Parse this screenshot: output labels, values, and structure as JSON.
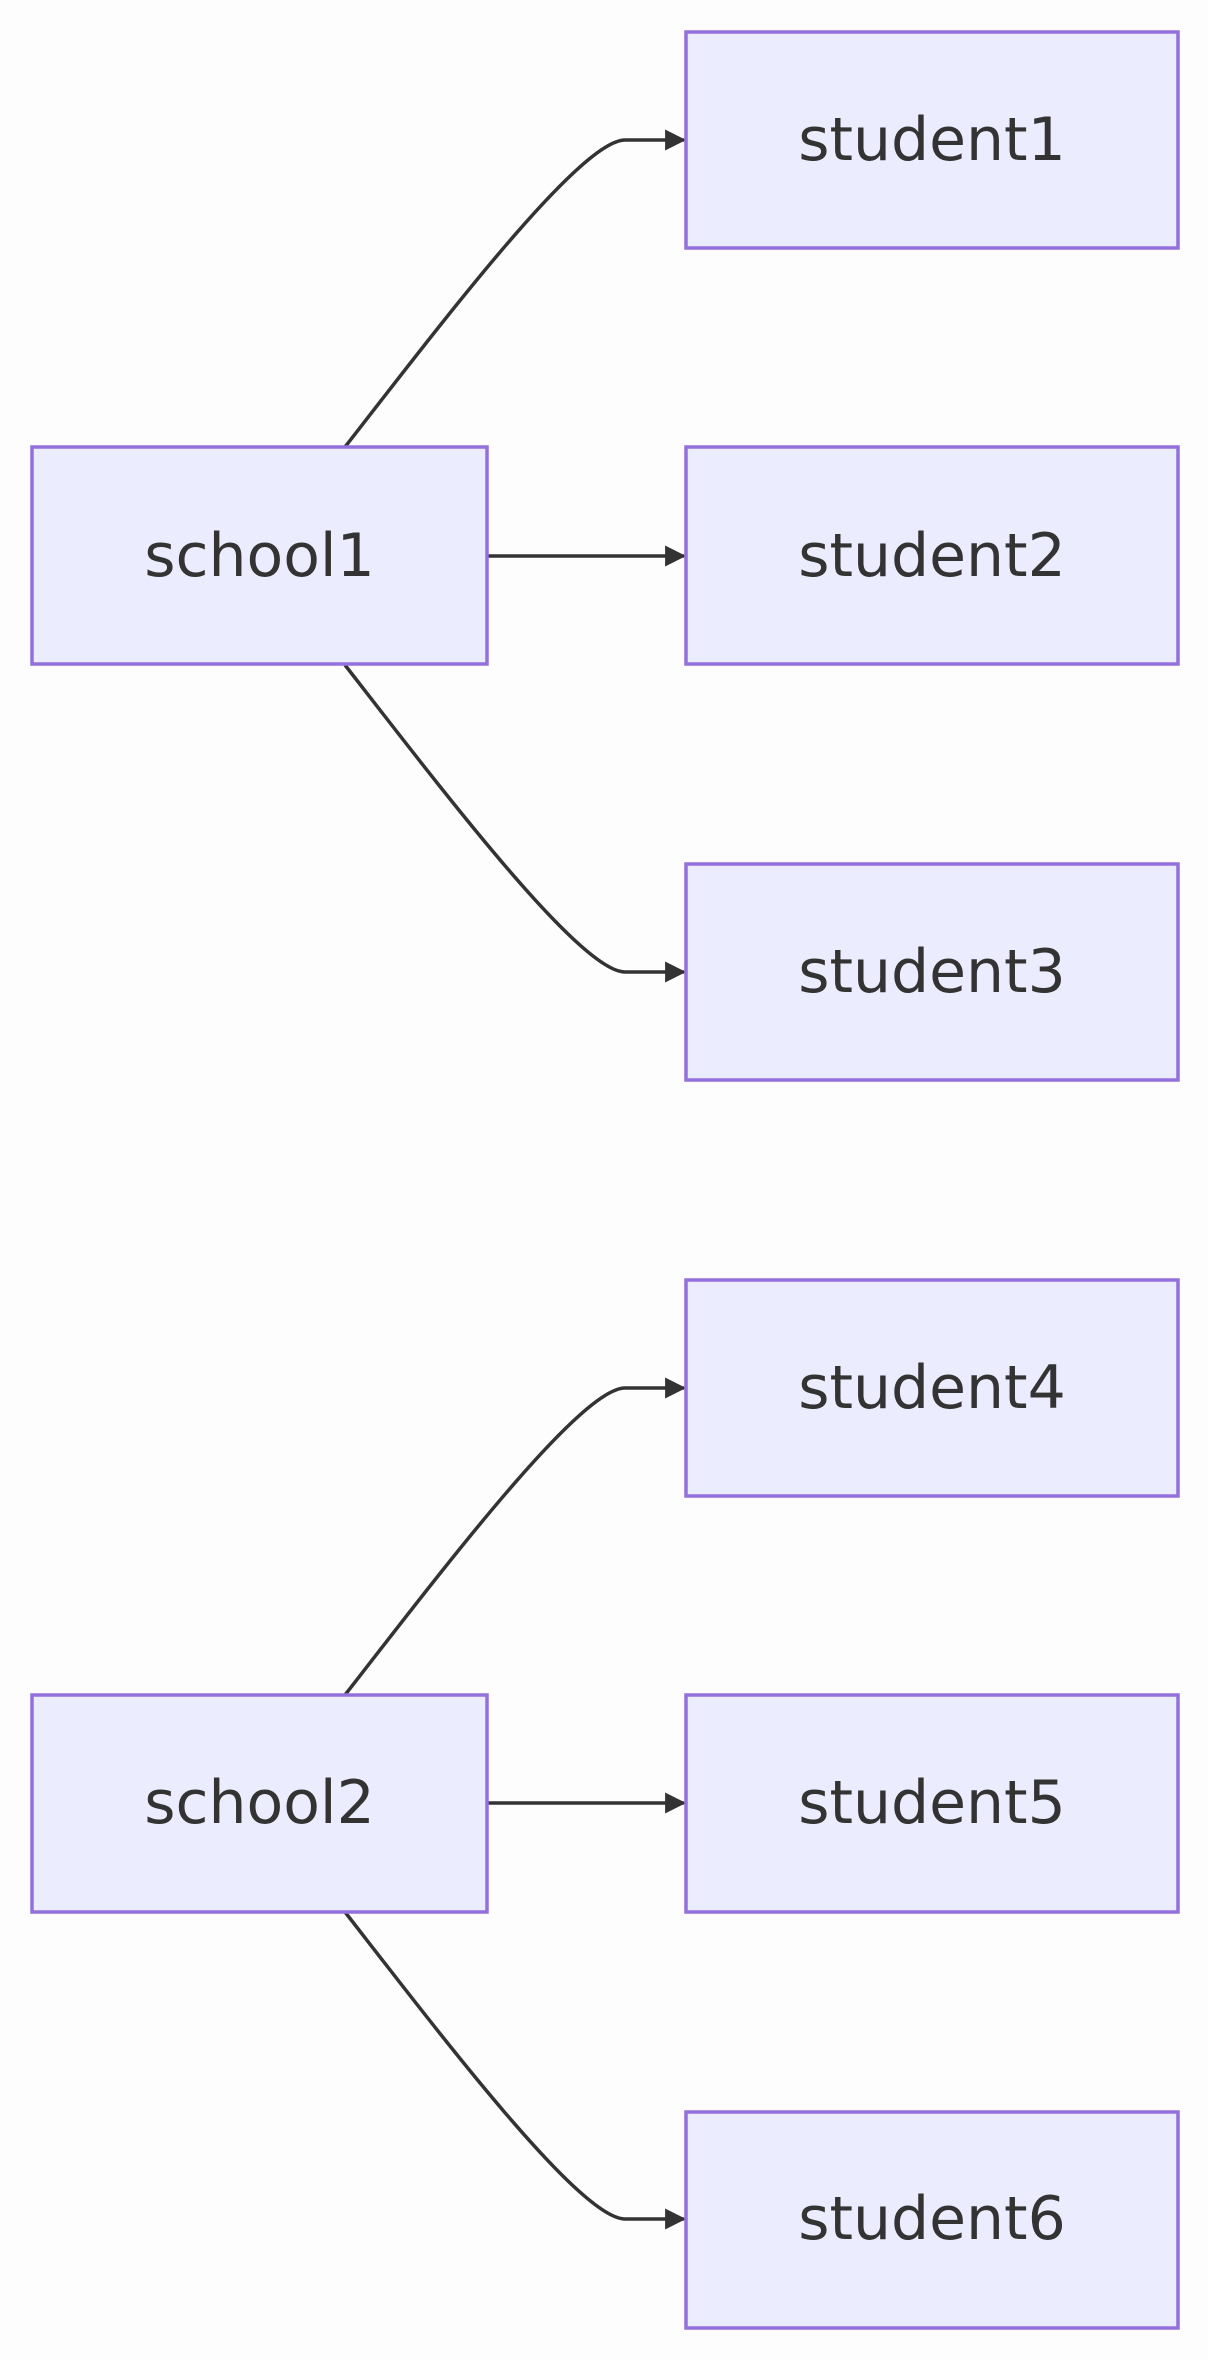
{
  "diagram": {
    "type": "flowchart",
    "direction": "LR",
    "colors": {
      "node_fill": "#ececff",
      "node_stroke": "#9370db",
      "edge": "#333333",
      "text": "#333333",
      "background": "#fdfdfd"
    },
    "nodes": [
      {
        "id": "school1",
        "label": "school1"
      },
      {
        "id": "student1",
        "label": "student1"
      },
      {
        "id": "student2",
        "label": "student2"
      },
      {
        "id": "student3",
        "label": "student3"
      },
      {
        "id": "school2",
        "label": "school2"
      },
      {
        "id": "student4",
        "label": "student4"
      },
      {
        "id": "student5",
        "label": "student5"
      },
      {
        "id": "student6",
        "label": "student6"
      }
    ],
    "edges": [
      {
        "from": "school1",
        "to": "student1"
      },
      {
        "from": "school1",
        "to": "student2"
      },
      {
        "from": "school1",
        "to": "student3"
      },
      {
        "from": "school2",
        "to": "student4"
      },
      {
        "from": "school2",
        "to": "student5"
      },
      {
        "from": "school2",
        "to": "student6"
      }
    ]
  }
}
